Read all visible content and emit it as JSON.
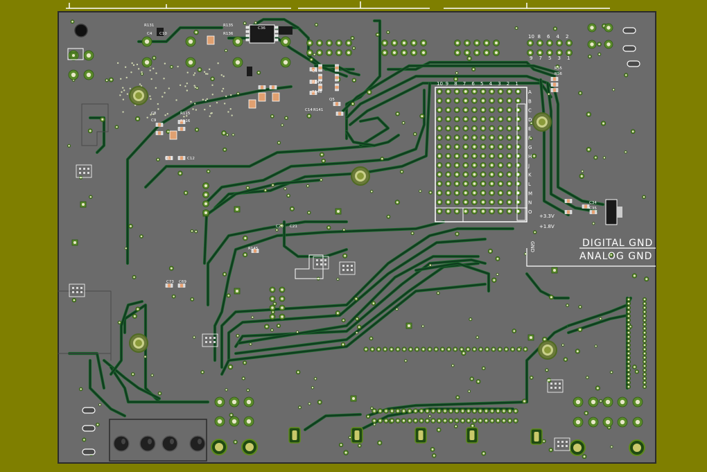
{
  "colors": {
    "background": "#7f7f00",
    "board": "#6b6b6b",
    "trace": "#0f3d1f",
    "trace_edge": "#1e6a2e",
    "pad_ring": "#5a8a2a",
    "pad_center": "#e8e8c8",
    "silk": "#ffffff"
  },
  "labels": {
    "digital_gnd": "DIGITAL GND",
    "analog_gnd": "ANALOG GND",
    "rail_33": "+3.3V",
    "rail_18": "+1.8V",
    "gnd": "GND"
  },
  "header_columns": [
    "10",
    "9",
    "8",
    "7",
    "6",
    "5",
    "4",
    "3",
    "2",
    "1"
  ],
  "header_rows": [
    "A",
    "B",
    "C",
    "D",
    "E",
    "F",
    "G",
    "H",
    "J",
    "K",
    "L",
    "M",
    "N",
    "O"
  ],
  "small_header_top": [
    "10",
    "8",
    "6",
    "4",
    "2"
  ],
  "small_header_bottom": [
    "9",
    "7",
    "5",
    "3",
    "1"
  ],
  "ref_designators": [
    "R131",
    "C4",
    "C10",
    "R135",
    "R136",
    "Q3",
    "R147",
    "R148",
    "Q5",
    "C8",
    "C9",
    "R115",
    "R116",
    "C11",
    "C12",
    "C20",
    "C21",
    "C14",
    "R141",
    "C73",
    "C69",
    "R55",
    "R56",
    "C34",
    "C35",
    "C36",
    "R145"
  ]
}
